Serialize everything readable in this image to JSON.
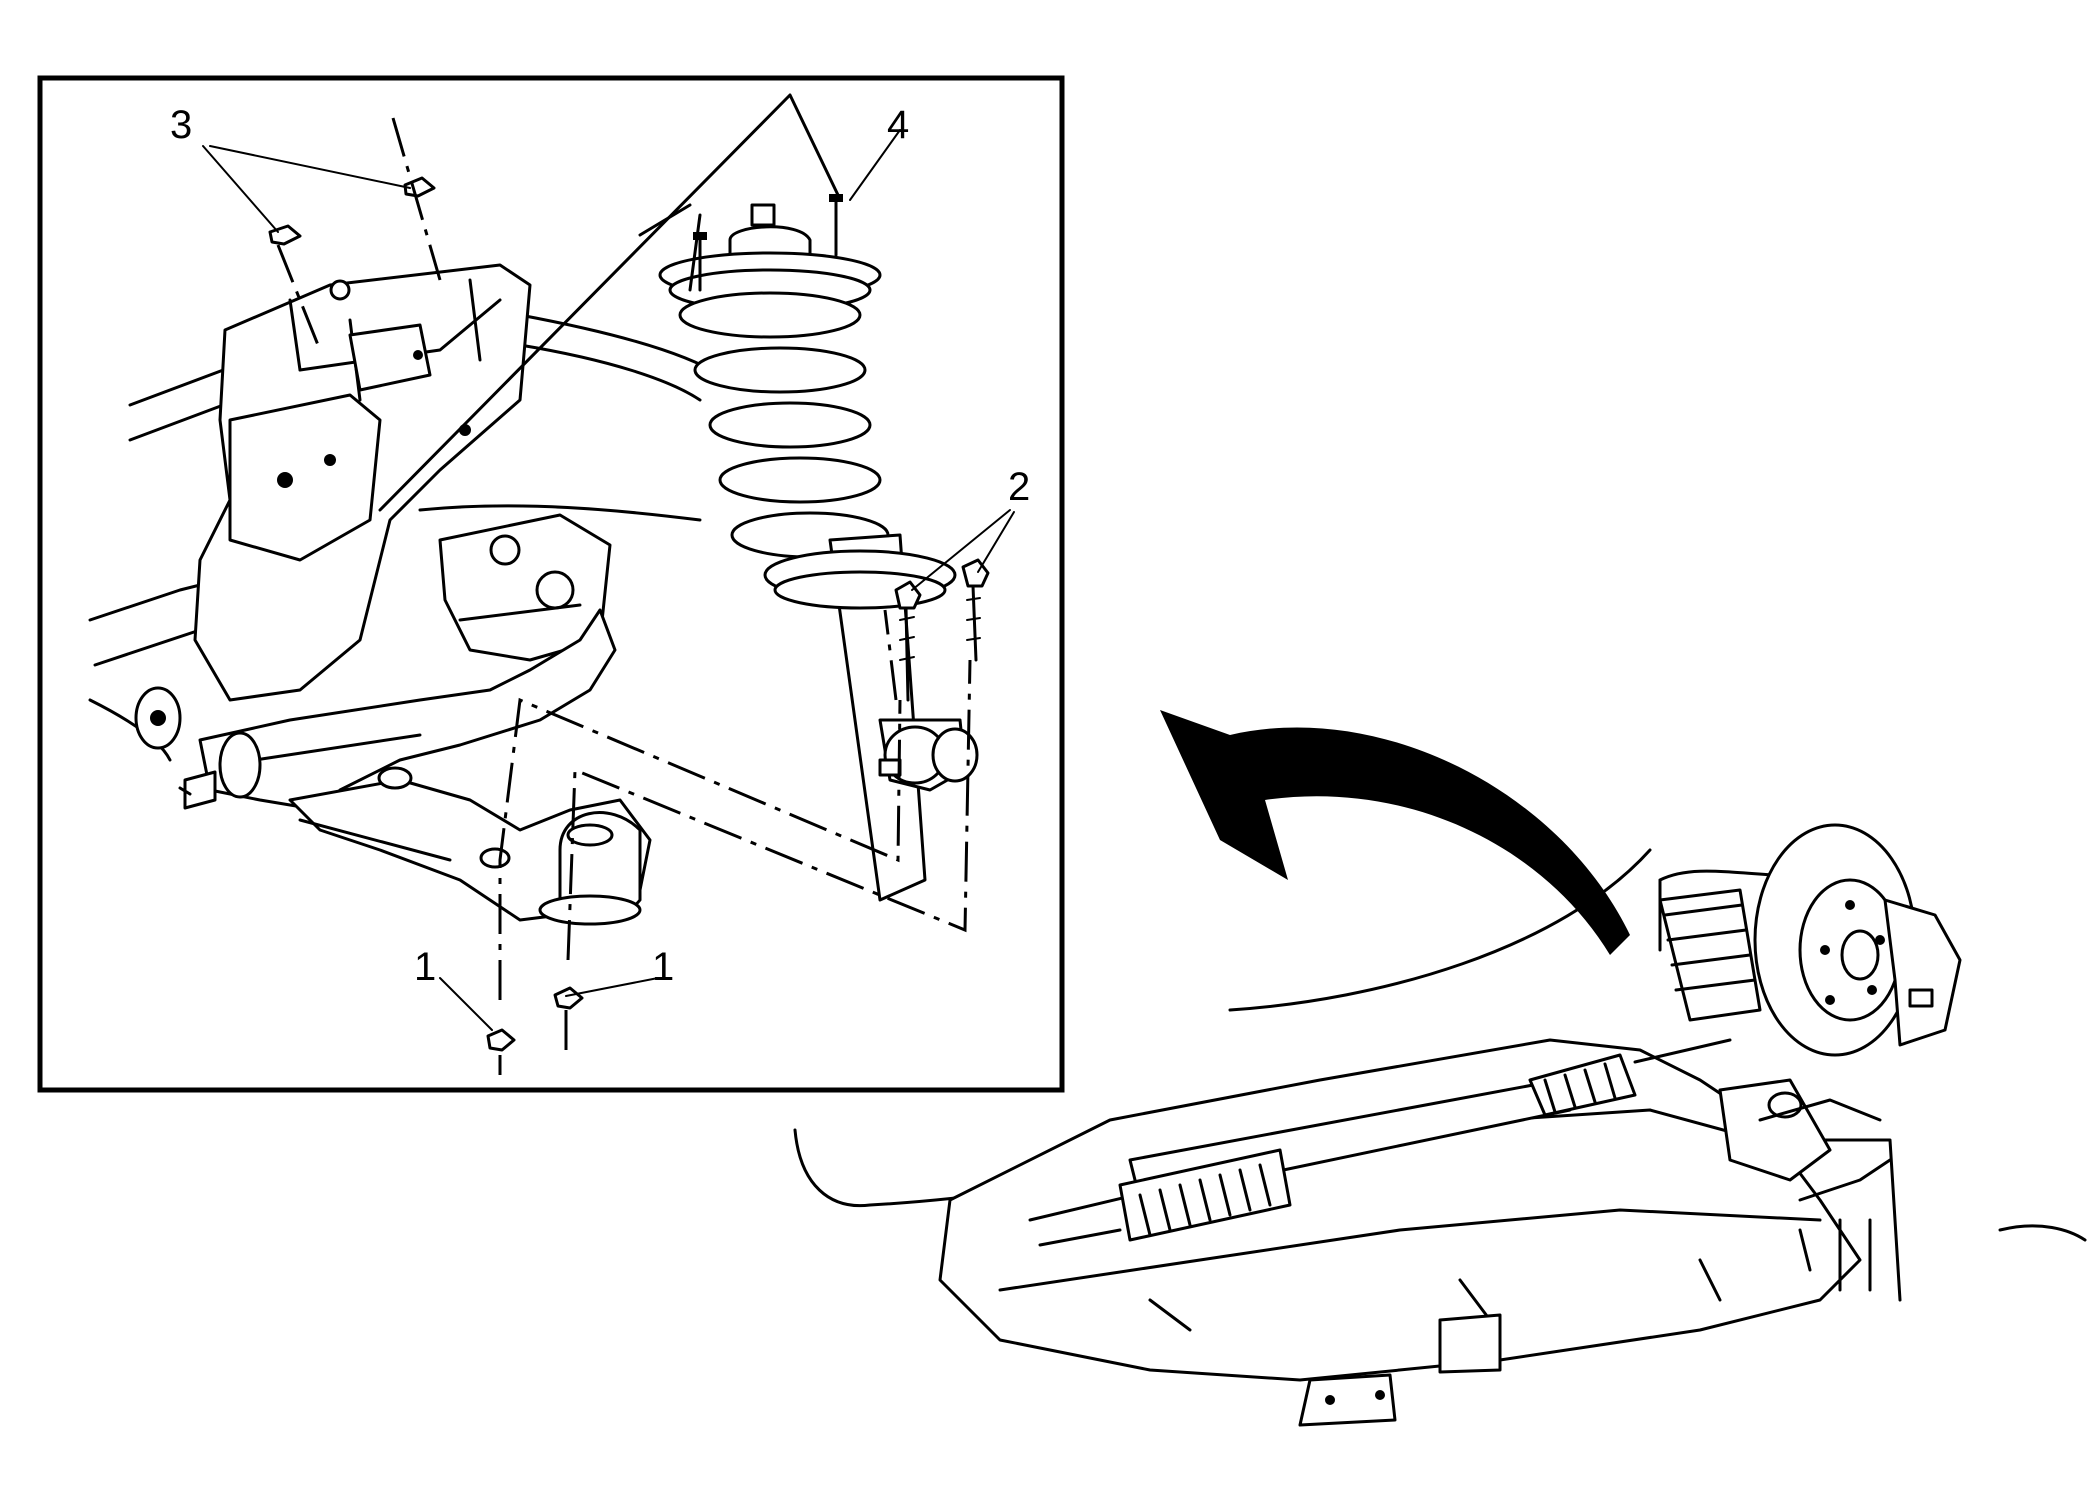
{
  "callouts": {
    "c1a": "1",
    "c1b": "1",
    "c2": "2",
    "c3": "3",
    "c4": "4"
  }
}
